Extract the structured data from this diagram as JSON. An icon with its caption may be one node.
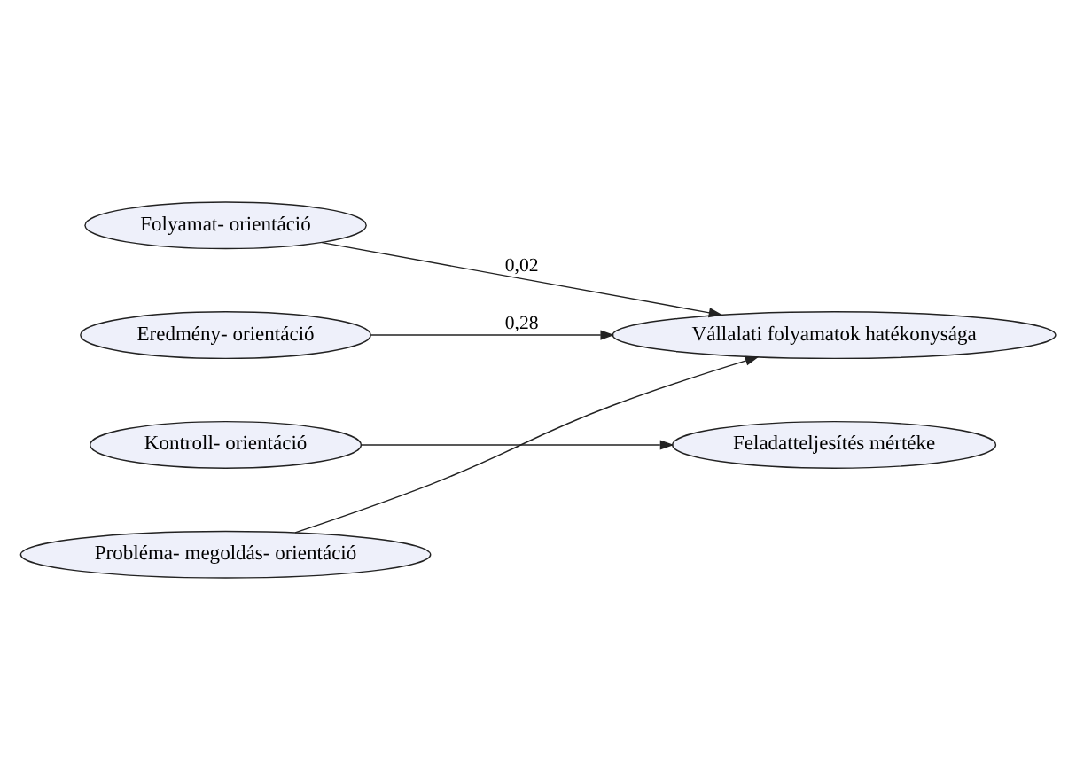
{
  "diagram": {
    "nodes": [
      {
        "text": [
          "Folyamat- orientáció"
        ]
      },
      {
        "text": [
          "Vállalati folyamatok hatékonysága"
        ]
      },
      {
        "text": [
          "Eredmény- orientáció"
        ]
      },
      {
        "text": [
          "Kontroll- orientáció"
        ]
      },
      {
        "text": [
          "Probléma- megoldás- orientáció"
        ]
      },
      {
        "text": [
          "Feladatteljesítés mértéke"
        ]
      }
    ],
    "edges": [
      {
        "from": 0,
        "to": 1,
        "arrow": "to",
        "label": "0,02"
      },
      {
        "from": 2,
        "to": 1,
        "arrow": "to",
        "label": "0,28"
      },
      {
        "from": 4,
        "to": 1,
        "arrow": "to"
      },
      {
        "from": 3,
        "to": 5,
        "arrow": "to"
      }
    ]
  }
}
